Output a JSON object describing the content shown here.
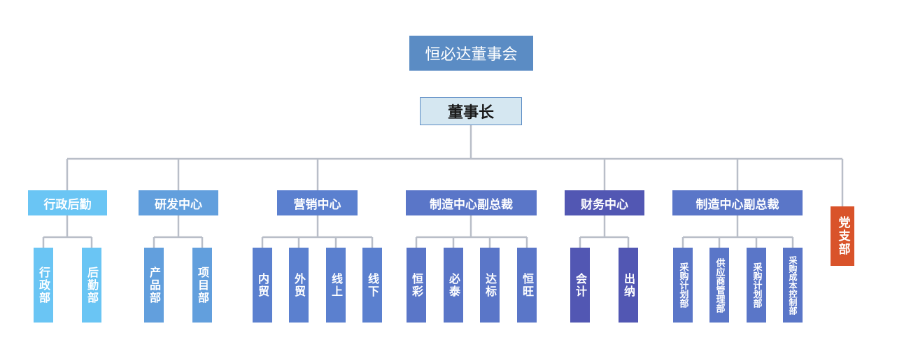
{
  "title": {
    "text": "恒必达董事会",
    "color": "#5b8cc4"
  },
  "chairman": {
    "text": "董事长",
    "fill": "#d5e7f1",
    "border": "#5b8cc4",
    "text_color": "#1a1a1a"
  },
  "connector_color": "#b9bec8",
  "departments": [
    {
      "name": "行政后勤",
      "color": "#6ac5f4",
      "units": [
        "行政部",
        "后勤部"
      ]
    },
    {
      "name": "研发中心",
      "color": "#629fdd",
      "units": [
        "产品部",
        "项目部"
      ]
    },
    {
      "name": "营销中心",
      "color": "#5b80cf",
      "units": [
        "内贸",
        "外贸",
        "线上",
        "线下"
      ]
    },
    {
      "name": "制造中心副总裁",
      "color": "#5a76c8",
      "units": [
        "恒彩",
        "必泰",
        "达标",
        "恒旺"
      ]
    },
    {
      "name": "财务中心",
      "color": "#5257b3",
      "units": [
        "会计",
        "出纳"
      ]
    },
    {
      "name": "制造中心副总裁",
      "color": "#5a76c8",
      "units": [
        "采购计划部",
        "供应商管理部",
        "采购计划部",
        "采购成本控制部"
      ]
    },
    {
      "name": "党支部",
      "color": "#d9532a",
      "units": []
    }
  ]
}
